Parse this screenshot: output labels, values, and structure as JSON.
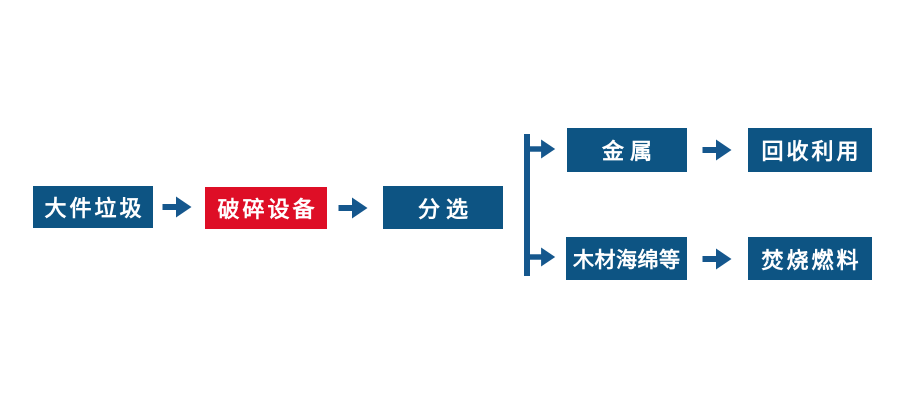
{
  "colors": {
    "node_blue": "#0D5483",
    "node_red": "#DE0E26",
    "arrow_blue": "#15578D",
    "text": "#FFFFFF",
    "background": "#FFFFFF"
  },
  "flow": {
    "main": [
      {
        "label": "大件垃圾"
      },
      {
        "label": "破碎设备"
      },
      {
        "label": "分选"
      }
    ],
    "branch_top": [
      {
        "label": "金属"
      },
      {
        "label": "回收利用"
      }
    ],
    "branch_bottom": [
      {
        "label": "木材海绵等"
      },
      {
        "label": "焚烧燃料"
      }
    ]
  }
}
